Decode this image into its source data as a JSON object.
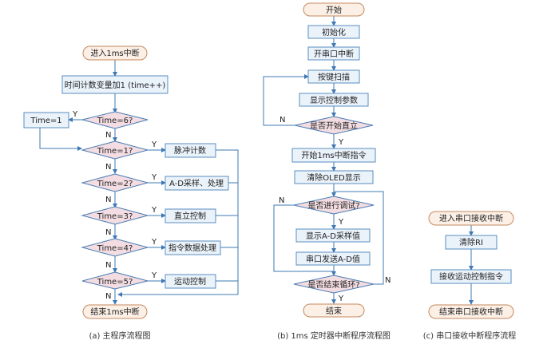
{
  "panel_a": {
    "start": "进入1ms中断",
    "increment": "时间计数变量加1 (time++)",
    "time6": "Time=6?",
    "reset": "Time=1",
    "time1": "Time=1?",
    "pulse": "脉冲计数",
    "time2": "Time=2?",
    "ad": "A-D采样、处理",
    "time3": "Time=3?",
    "upright": "直立控制",
    "time4": "Time=4?",
    "cmd": "指令数据处理",
    "time5": "Time=5?",
    "motion": "运动控制",
    "end": "结束1ms中断",
    "caption": "(a) 主程序流程图"
  },
  "panel_b": {
    "start": "开始",
    "init": "初始化",
    "uart": "开串口中断",
    "keys": "按键扫描",
    "show": "显示控制参数",
    "q_start": "是否开始直立",
    "cmd": "开始1ms中断指令",
    "clear": "清除OLED显示",
    "q_debug": "是否进行调试?",
    "show_ad": "显示A-D采样值",
    "send_ad": "串口发送A-D值",
    "q_end": "是否结束循环?",
    "end": "结束",
    "caption": "(b) 1ms 定时器中断程序流程图"
  },
  "panel_c": {
    "start": "进入串口接收中断",
    "clear": "清除RI",
    "recv": "接收运动控制指令",
    "end": "结束串口接收中断",
    "caption": "(c) 串口接收中断程序流程"
  },
  "labels": {
    "yes": "Y",
    "no": "N"
  },
  "colors": {
    "box_fill": "#eaf2fa",
    "terminal_fill": "#fbefe6",
    "diamond_fill": "#f3dde2",
    "line": "#3f78b3"
  }
}
